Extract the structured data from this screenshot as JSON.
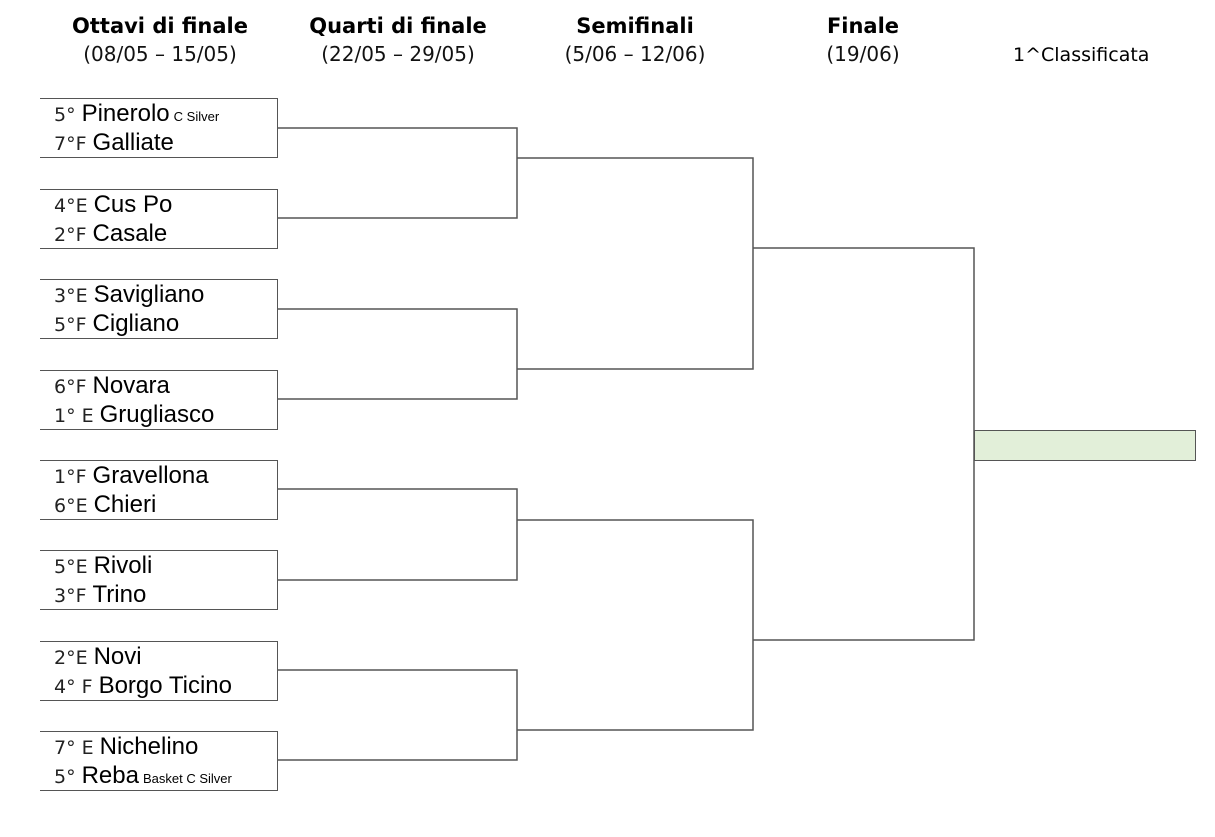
{
  "rounds": [
    {
      "title": "Ottavi di finale",
      "dates": "(08/05 – 15/05)"
    },
    {
      "title": "Quarti di finale",
      "dates": "(22/05 – 29/05)"
    },
    {
      "title": "Semifinali",
      "dates": "(5/06 – 12/06)"
    },
    {
      "title": "Finale",
      "dates": "(19/06)"
    }
  ],
  "winner_label": "1^Classificata",
  "matches": [
    {
      "teams": [
        {
          "seed": "5°",
          "name": "Pinerolo",
          "note": "C Silver"
        },
        {
          "seed": "7°F",
          "name": "Galliate",
          "note": ""
        }
      ]
    },
    {
      "teams": [
        {
          "seed": "4°E",
          "name": "Cus Po",
          "note": ""
        },
        {
          "seed": "2°F",
          "name": "Casale",
          "note": ""
        }
      ]
    },
    {
      "teams": [
        {
          "seed": "3°E",
          "name": "Savigliano",
          "note": ""
        },
        {
          "seed": "5°F",
          "name": "Cigliano",
          "note": ""
        }
      ]
    },
    {
      "teams": [
        {
          "seed": "6°F",
          "name": "Novara",
          "note": ""
        },
        {
          "seed": "1° E",
          "name": "Grugliasco",
          "note": ""
        }
      ]
    },
    {
      "teams": [
        {
          "seed": "1°F",
          "name": "Gravellona",
          "note": ""
        },
        {
          "seed": "6°E",
          "name": "Chieri",
          "note": ""
        }
      ]
    },
    {
      "teams": [
        {
          "seed": "5°E",
          "name": "Rivoli",
          "note": ""
        },
        {
          "seed": "3°F",
          "name": "Trino",
          "note": ""
        }
      ]
    },
    {
      "teams": [
        {
          "seed": "2°E",
          "name": "Novi",
          "note": ""
        },
        {
          "seed": "4° F",
          "name": "Borgo Ticino",
          "note": ""
        }
      ]
    },
    {
      "teams": [
        {
          "seed": "7° E",
          "name": "Nichelino",
          "note": ""
        },
        {
          "seed": "5°",
          "name": "Reba",
          "note": "Basket C Silver"
        }
      ]
    }
  ],
  "colors": {
    "line": "#555555",
    "champion_fill": "#e2efd9"
  }
}
